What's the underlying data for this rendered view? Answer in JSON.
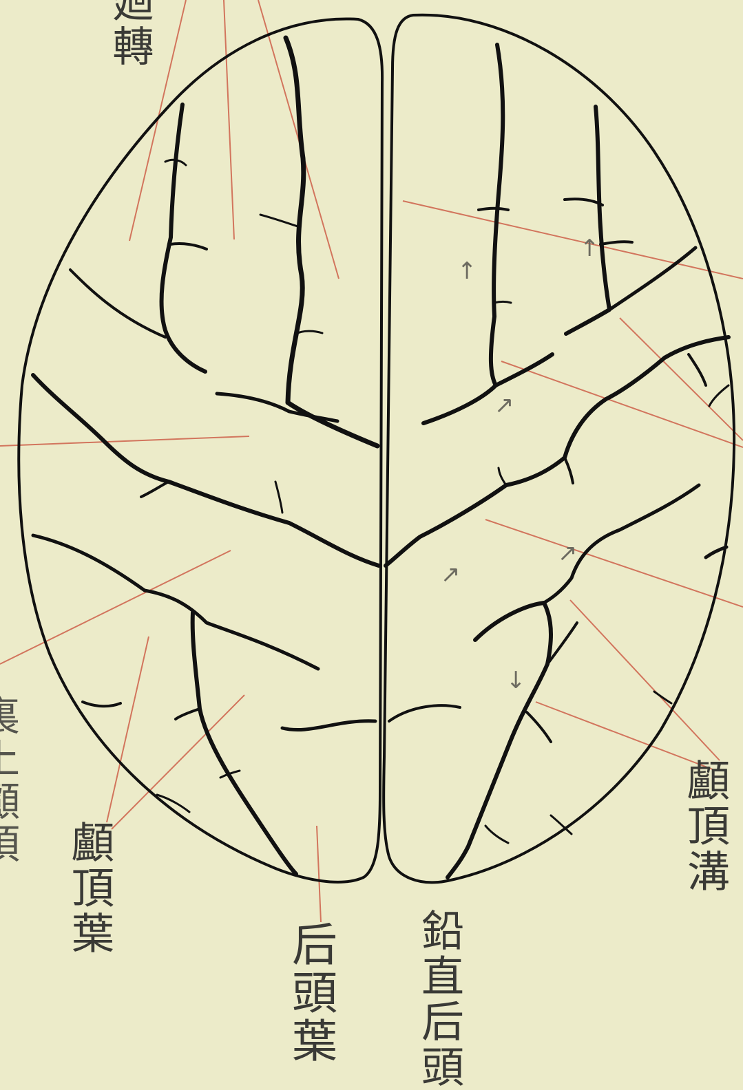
{
  "figure": {
    "background_color": "#ecebc9",
    "outline_color": "#111111",
    "leader_line_color": "#d2755d",
    "labels": {
      "top_cut": "廻轉",
      "parietal_lobe": "顱頂葉",
      "occipital_lobe": "后頭葉",
      "paramedian_occipital": "鉛直后頭",
      "parietal_sulcus": "顱頂溝",
      "left_edge_cut": "裏上顱頂"
    },
    "arrow_marks": [
      "↑",
      "↑",
      "↗",
      "↗",
      "↗",
      "↓"
    ]
  }
}
